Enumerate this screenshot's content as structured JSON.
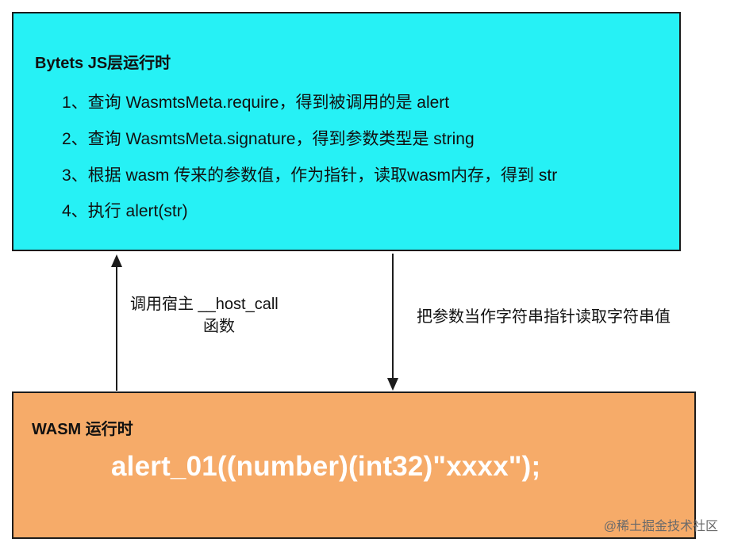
{
  "js_runtime": {
    "title": "Bytets JS层运行时",
    "steps": [
      "1、查询 WasmtsMeta.require，得到被调用的是 alert",
      "2、查询 WasmtsMeta.signature，得到参数类型是 string",
      "3、根据 wasm 传来的参数值，作为指针，读取wasm内存，得到 str",
      "4、执行 alert(str)"
    ]
  },
  "wasm_runtime": {
    "title": "WASM 运行时",
    "code": "alert_01((number)(int32)\"xxxx\");"
  },
  "edges": {
    "up_label_line1": "调用宿主 __host_call",
    "up_label_line2": "函数",
    "down_label": "把参数当作字符串指针读取字符串值"
  },
  "watermark": "@稀土掘金技术社区",
  "colors": {
    "js_box": "#26f1f5",
    "wasm_box": "#f6ab69",
    "border": "#1c1c1c",
    "code_text": "#ffffff"
  }
}
